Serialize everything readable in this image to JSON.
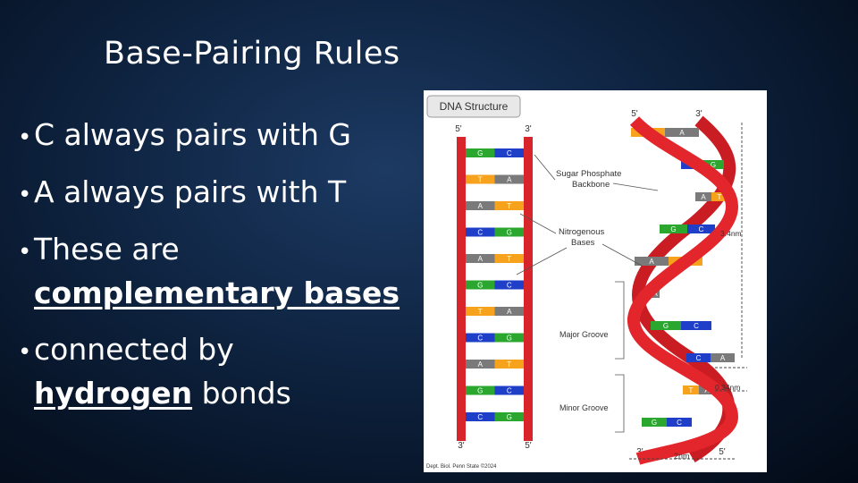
{
  "slide": {
    "title": "Base-Pairing Rules",
    "bullets": [
      {
        "text": "C always pairs with G"
      },
      {
        "text": "A always pairs with T"
      },
      {
        "prefix": "These are",
        "emphasis": "complementary bases"
      },
      {
        "prefix": "connected by",
        "emphasis": "hydrogen",
        "suffix": " bonds"
      }
    ]
  },
  "figure": {
    "caption": "DNA Structure",
    "five_prime": "5'",
    "three_prime": "3'",
    "labels": {
      "backbone_1": "Sugar Phosphate",
      "backbone_2": "Backbone",
      "bases_1": "Nitrogenous",
      "bases_2": "Bases",
      "major_groove": "Major Groove",
      "minor_groove": "Minor Groove",
      "pitch": "3.4nm",
      "rise": "0.34nm",
      "width": "2nm"
    },
    "credit": "Dept. Biol. Penn State ©2024",
    "ladder_pairs": [
      [
        "G",
        "C"
      ],
      [
        "T",
        "A"
      ],
      [
        "A",
        "T"
      ],
      [
        "C",
        "G"
      ],
      [
        "A",
        "T"
      ],
      [
        "G",
        "C"
      ],
      [
        "T",
        "A"
      ],
      [
        "C",
        "G"
      ],
      [
        "A",
        "T"
      ],
      [
        "G",
        "C"
      ],
      [
        "C",
        "G"
      ]
    ],
    "helix_pairs": [
      [
        "T",
        "A"
      ],
      [
        "C",
        "G"
      ],
      [
        "A",
        "T"
      ],
      [
        "G",
        "C"
      ],
      [
        "A",
        "T"
      ],
      [
        "A",
        ""
      ],
      [
        "G",
        "C"
      ],
      [
        "C",
        "A"
      ],
      [
        "T",
        "A"
      ],
      [
        "G",
        "C"
      ]
    ],
    "colors": {
      "G": "#2ba62f",
      "C": "#1f3fc8",
      "A": "#7a7a7a",
      "T": "#f6a21c",
      "backbone": "#d8252b"
    }
  }
}
